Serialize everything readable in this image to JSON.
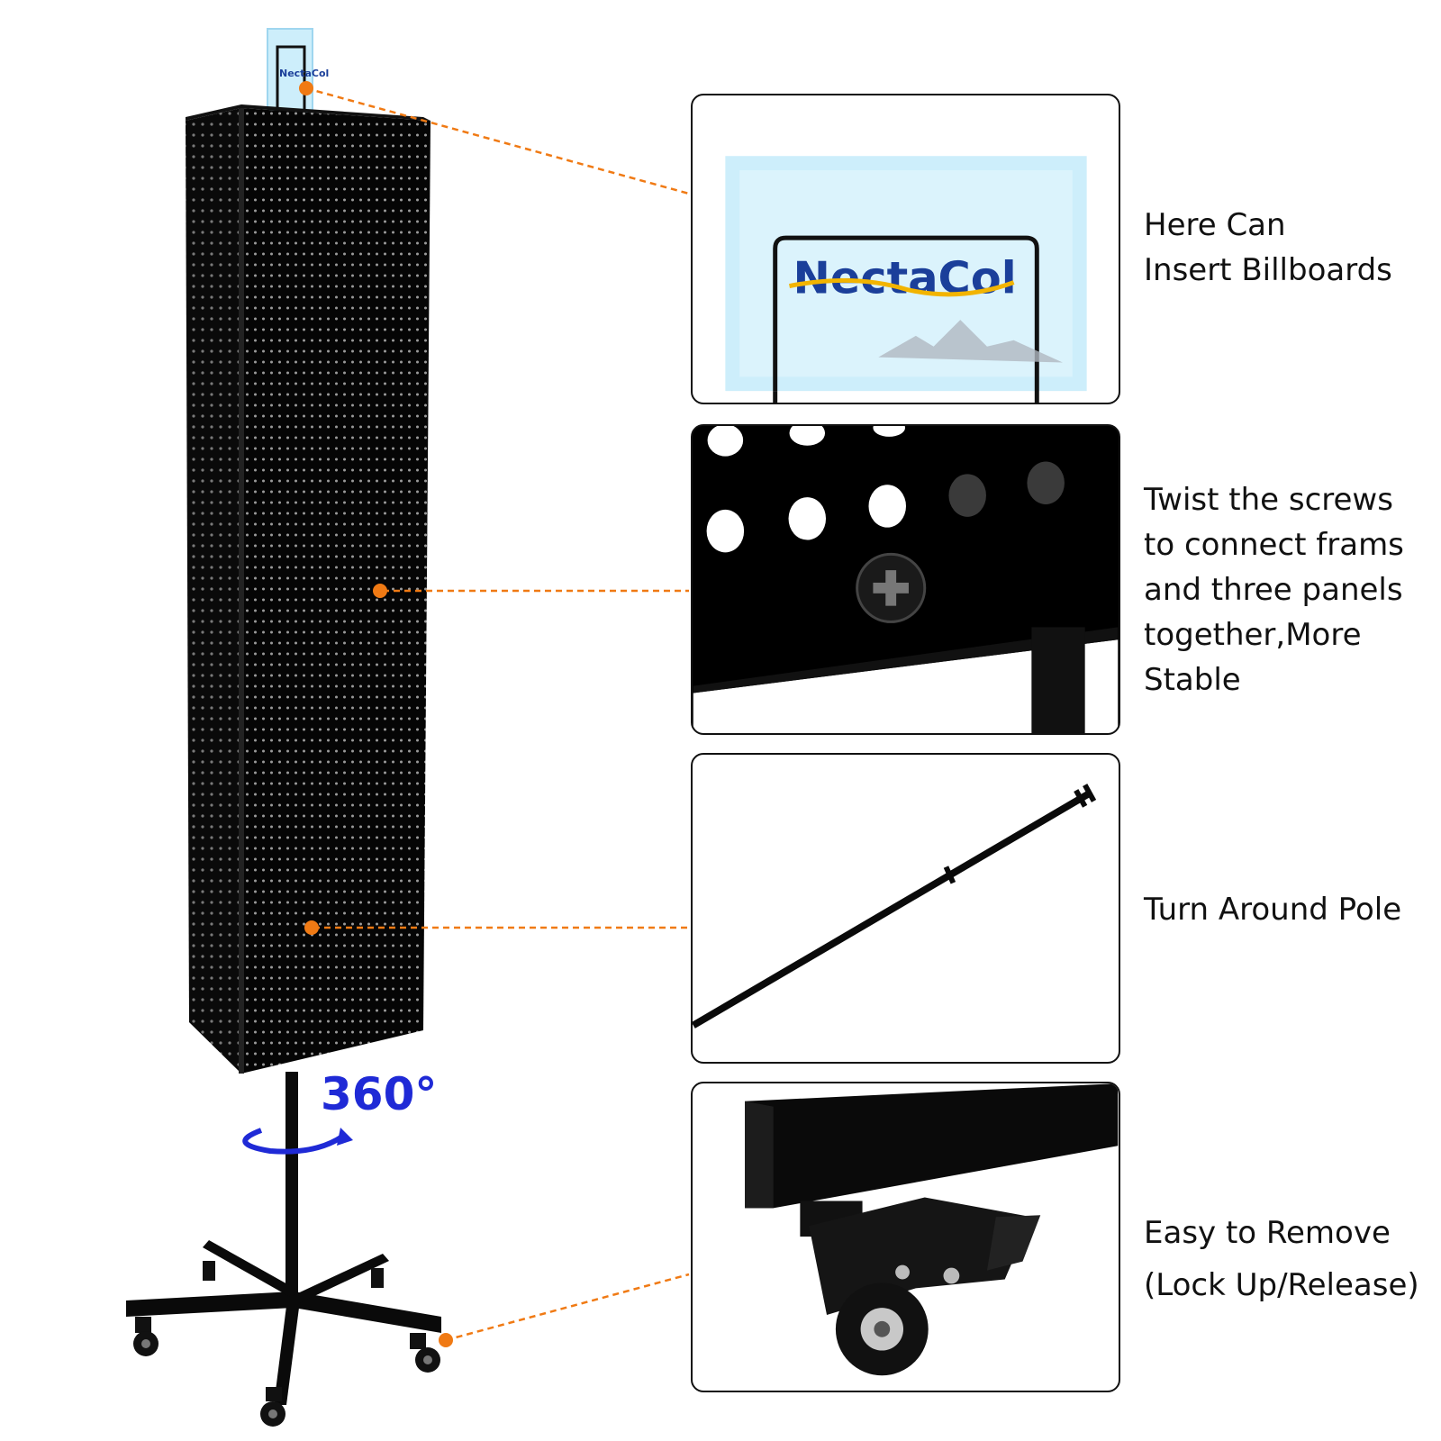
{
  "rotation": {
    "label": "360°"
  },
  "billboard": {
    "brand": "NectaCol",
    "brand_color": "#1b3f9a",
    "swoosh_color": "#f2b400",
    "panel_color": "#cdeefb"
  },
  "features": [
    {
      "lines": [
        "Here Can",
        "Insert Billboards"
      ]
    },
    {
      "lines": [
        "Twist the screws",
        "to connect frams",
        "and three panels",
        "together,More",
        "Stable"
      ]
    },
    {
      "lines": [
        "Turn Around Pole"
      ]
    },
    {
      "lines": [
        "Easy to Remove",
        "(Lock Up/Release)"
      ]
    }
  ],
  "colors": {
    "callout": "#f07a14",
    "accent_blue": "#1f2ad6",
    "rack": "#0a0a0a"
  }
}
